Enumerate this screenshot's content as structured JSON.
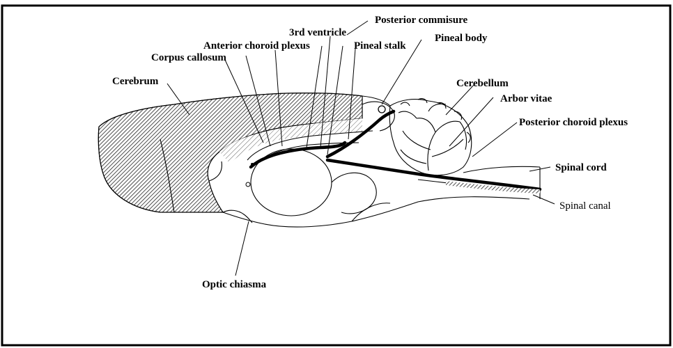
{
  "labels": {
    "posterior_commissure": "Posterior commisure",
    "third_ventricle": "3rd ventricle",
    "pineal_body": "Pineal body",
    "anterior_choroid_plexus": "Anterior choroid plexus",
    "pineal_stalk": "Pineal stalk",
    "corpus_callosum": "Corpus callosum",
    "cerebrum": "Cerebrum",
    "cerebellum": "Cerebellum",
    "arbor_vitae": "Arbor vitae",
    "posterior_choroid_plexus": "Posterior choroid plexus",
    "spinal_cord": "Spinal cord",
    "spinal_canal": "Spinal canal",
    "optic_chiasma": "Optic chiasma"
  }
}
